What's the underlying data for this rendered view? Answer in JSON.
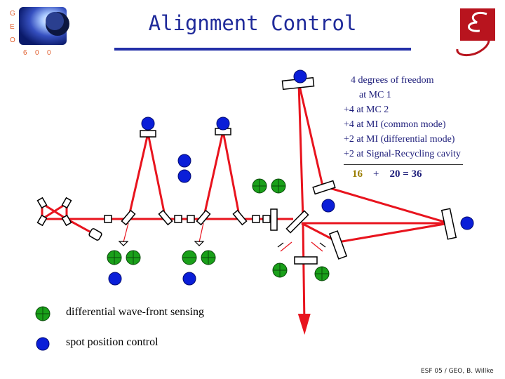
{
  "title": "Alignment Control",
  "logo_left": {
    "letters_vertical": [
      "G",
      "E",
      "O"
    ],
    "letters_horizontal": [
      "6",
      "0",
      "0"
    ]
  },
  "dof_lines": [
    "4 degrees of freedom",
    "at MC 1",
    "+4 at MC 2",
    "+4 at MI (common mode)",
    "+2 at MI (differential mode)",
    "+2 at Signal-Recycling cavity"
  ],
  "sum": {
    "a": "16",
    "plus": "+",
    "b": "20",
    "equals": "= 36"
  },
  "legend": {
    "wfs": "differential wave-front sensing",
    "spot": "spot position control"
  },
  "footer": "ESF 05 / GEO, B. Willke",
  "colors": {
    "beam": "#e8141e",
    "wfs": "#1aa01a",
    "spot": "#0a1ed8",
    "title": "#1f2a9a"
  }
}
